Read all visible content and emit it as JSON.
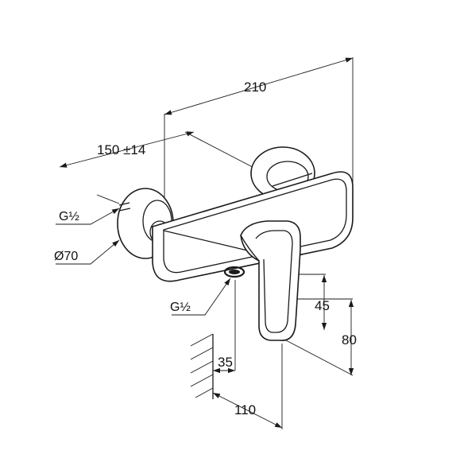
{
  "dimensions": {
    "overall_width": "210",
    "connection_spacing": "150 ±14",
    "handle_height": "45",
    "total_height": "80",
    "wall_offset": "35",
    "projection": "110"
  },
  "labels": {
    "inlet_thread": "G½",
    "rosette_diameter": "Ø70",
    "outlet_thread": "G½"
  },
  "colors": {
    "line": "#1a1a1a",
    "background": "#ffffff"
  }
}
